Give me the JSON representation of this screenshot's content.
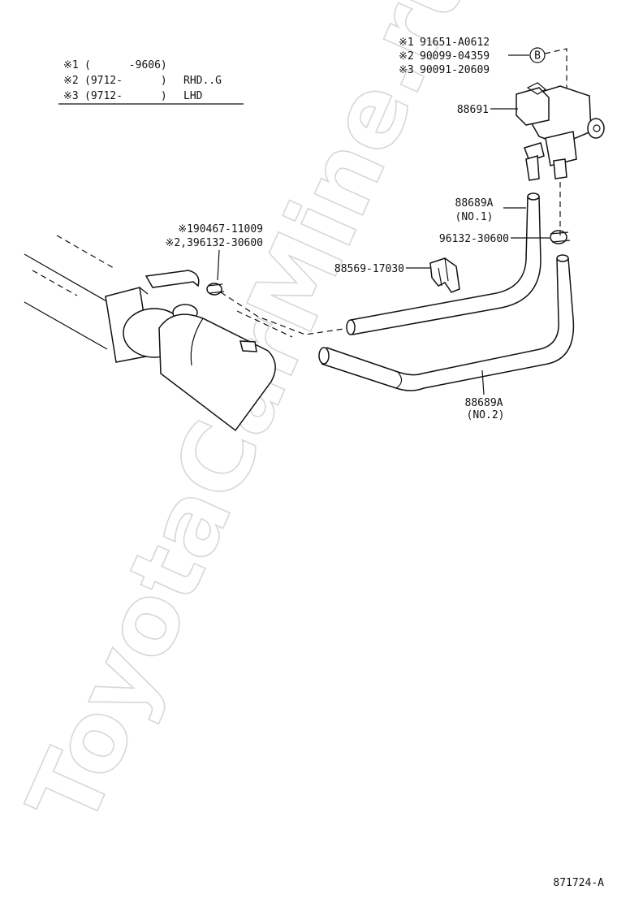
{
  "legend": {
    "rows": [
      {
        "mark": "※1",
        "range": "(      -9606)",
        "note": ""
      },
      {
        "mark": "※2",
        "range": "(9712-      )",
        "note": "RHD..G"
      },
      {
        "mark": "※3",
        "range": "(9712-      )",
        "note": "LHD"
      }
    ]
  },
  "valve_refs": [
    {
      "mark": "※1",
      "part": "91651-A0612"
    },
    {
      "mark": "※2",
      "part": "90099-04359"
    },
    {
      "mark": "※3",
      "part": "90091-20609"
    }
  ],
  "ref_b": "B",
  "parts": {
    "vsv": "88691",
    "hose_no1": "88689A",
    "hose_no1_sub": "(NO.1)",
    "clip_right": "96132-30600",
    "clamp": "88569-17030",
    "hose_no2": "88689A",
    "hose_no2_sub": "(NO.2)"
  },
  "clip_left_refs": {
    "line1": "※190467-11009",
    "line2": "※2,396132-30600"
  },
  "figure_id": "871724-A",
  "watermark": "ToyotaCarMine.ru"
}
